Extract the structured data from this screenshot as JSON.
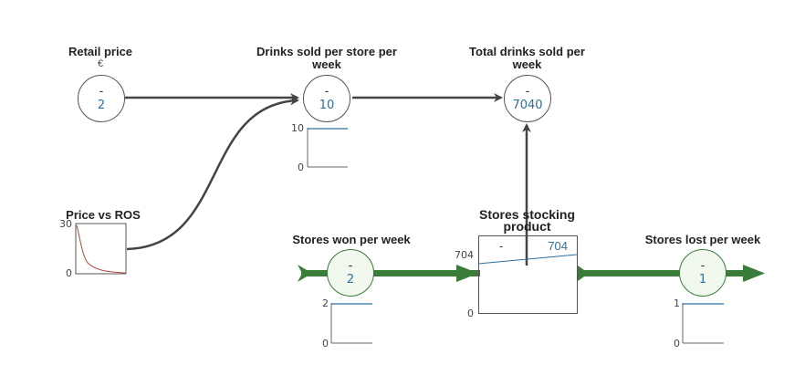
{
  "nodes": {
    "retail_price": {
      "label": "Retail price",
      "unit": "€",
      "dash": "-",
      "value": "2"
    },
    "drinks_sold": {
      "label_line1": "Drinks sold per store per",
      "label_line2": "week",
      "dash": "-",
      "value": "10",
      "spark": {
        "max": "10",
        "min": "0"
      }
    },
    "total_drinks": {
      "label_line1": "Total drinks sold per",
      "label_line2": "week",
      "dash": "-",
      "value": "7040"
    },
    "price_vs_ros": {
      "label": "Price vs ROS",
      "ymax": "30",
      "ymin": "0"
    },
    "stores_won": {
      "label": "Stores won per week",
      "dash": "-",
      "value": "2",
      "spark": {
        "max": "2",
        "min": "0"
      }
    },
    "stores_stocking": {
      "label_line1": "Stores stocking",
      "label_line2": "product",
      "dash": "-",
      "value": "704",
      "axis": {
        "max": "704",
        "min": "0"
      }
    },
    "stores_lost": {
      "label": "Stores lost per week",
      "dash": "-",
      "value": "1",
      "spark": {
        "max": "1",
        "min": "0"
      }
    }
  },
  "colors": {
    "link": "#444444",
    "flow": "#3a7d3a",
    "value_text": "#2c6fa0",
    "spark_line": "#2c6fa0",
    "curve_line": "#b5473a"
  }
}
